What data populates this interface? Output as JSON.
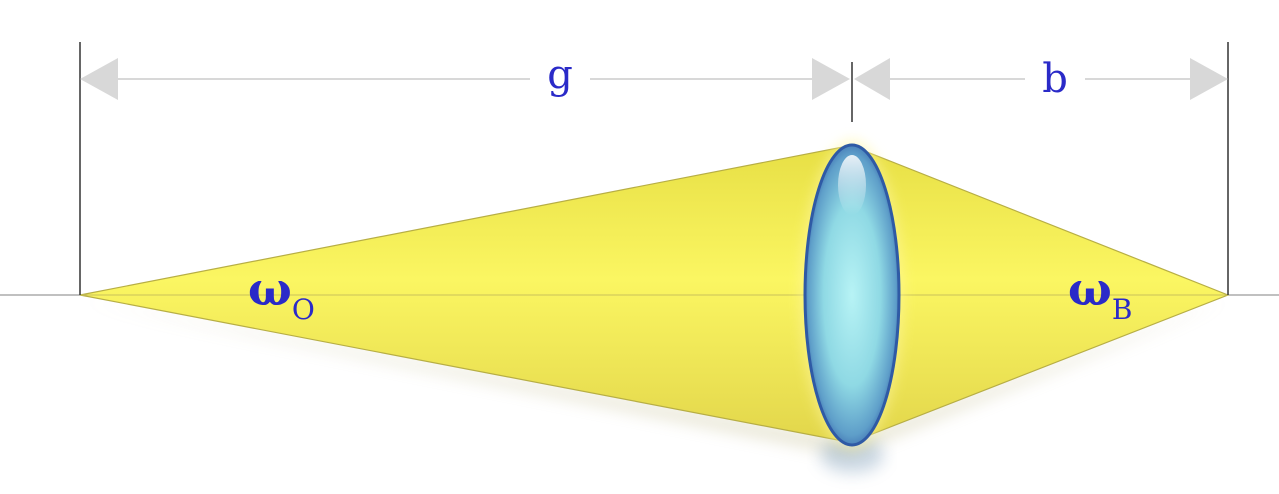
{
  "labels": {
    "object_distance": "g",
    "image_distance": "b",
    "object_angle": {
      "symbol": "ω",
      "subscript": "O"
    },
    "image_angle": {
      "symbol": "ω",
      "subscript": "B"
    }
  },
  "colors": {
    "label_text": "#2a2ac8",
    "beam_fill": "#f7f24a",
    "beam_edge": "#b7ae45",
    "lens_core": "#9fe3ea",
    "lens_edge": "#2f5aa5",
    "arrow_gray": "#d8d8d8",
    "guide_line": "#333333",
    "axis_line": "#9a9a9a"
  }
}
